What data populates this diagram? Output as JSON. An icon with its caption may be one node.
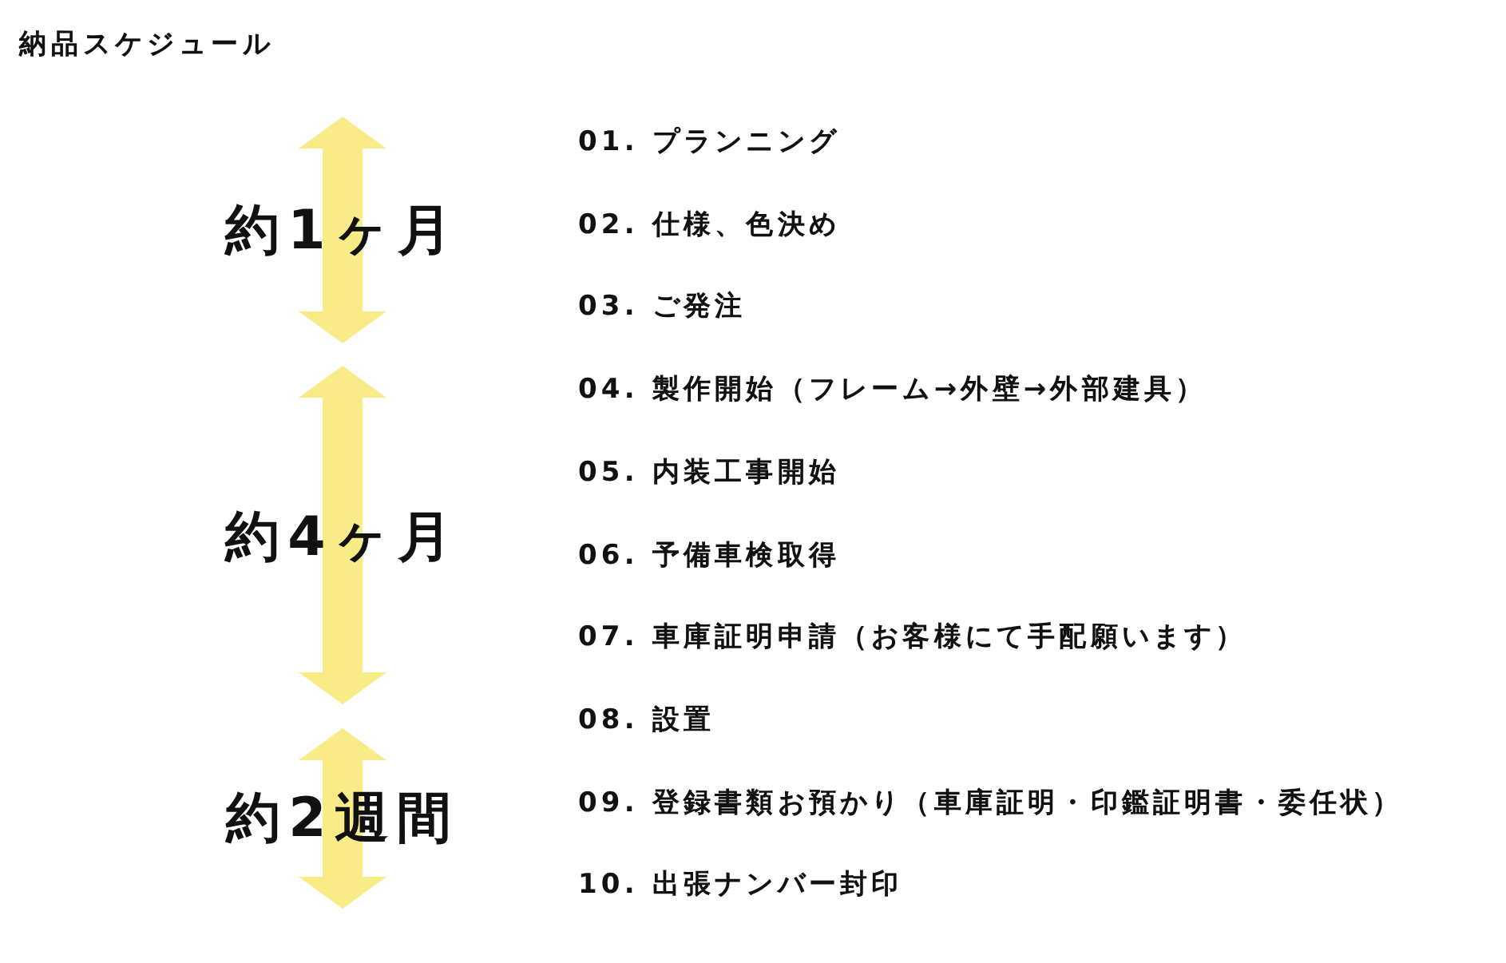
{
  "diagram": {
    "title": "納品スケジュール",
    "labels": [
      "約1ヶ月",
      "約4ヶ月",
      "約2週間",
      "01. プランニング",
      "02. 仕様、色決め",
      "03. ご発注",
      "04. 製作開始（フレーム→外壁→外部建具）",
      "05. 内装工事開始",
      "06. 予備車検取得",
      "07. 車庫証明申請（お客様にて手配願います）",
      "08. 設置",
      "09. 登録書類お預かり（車庫証明・印鑑証明書・委任状）",
      "10. 出張ナンバー封印"
    ]
  }
}
